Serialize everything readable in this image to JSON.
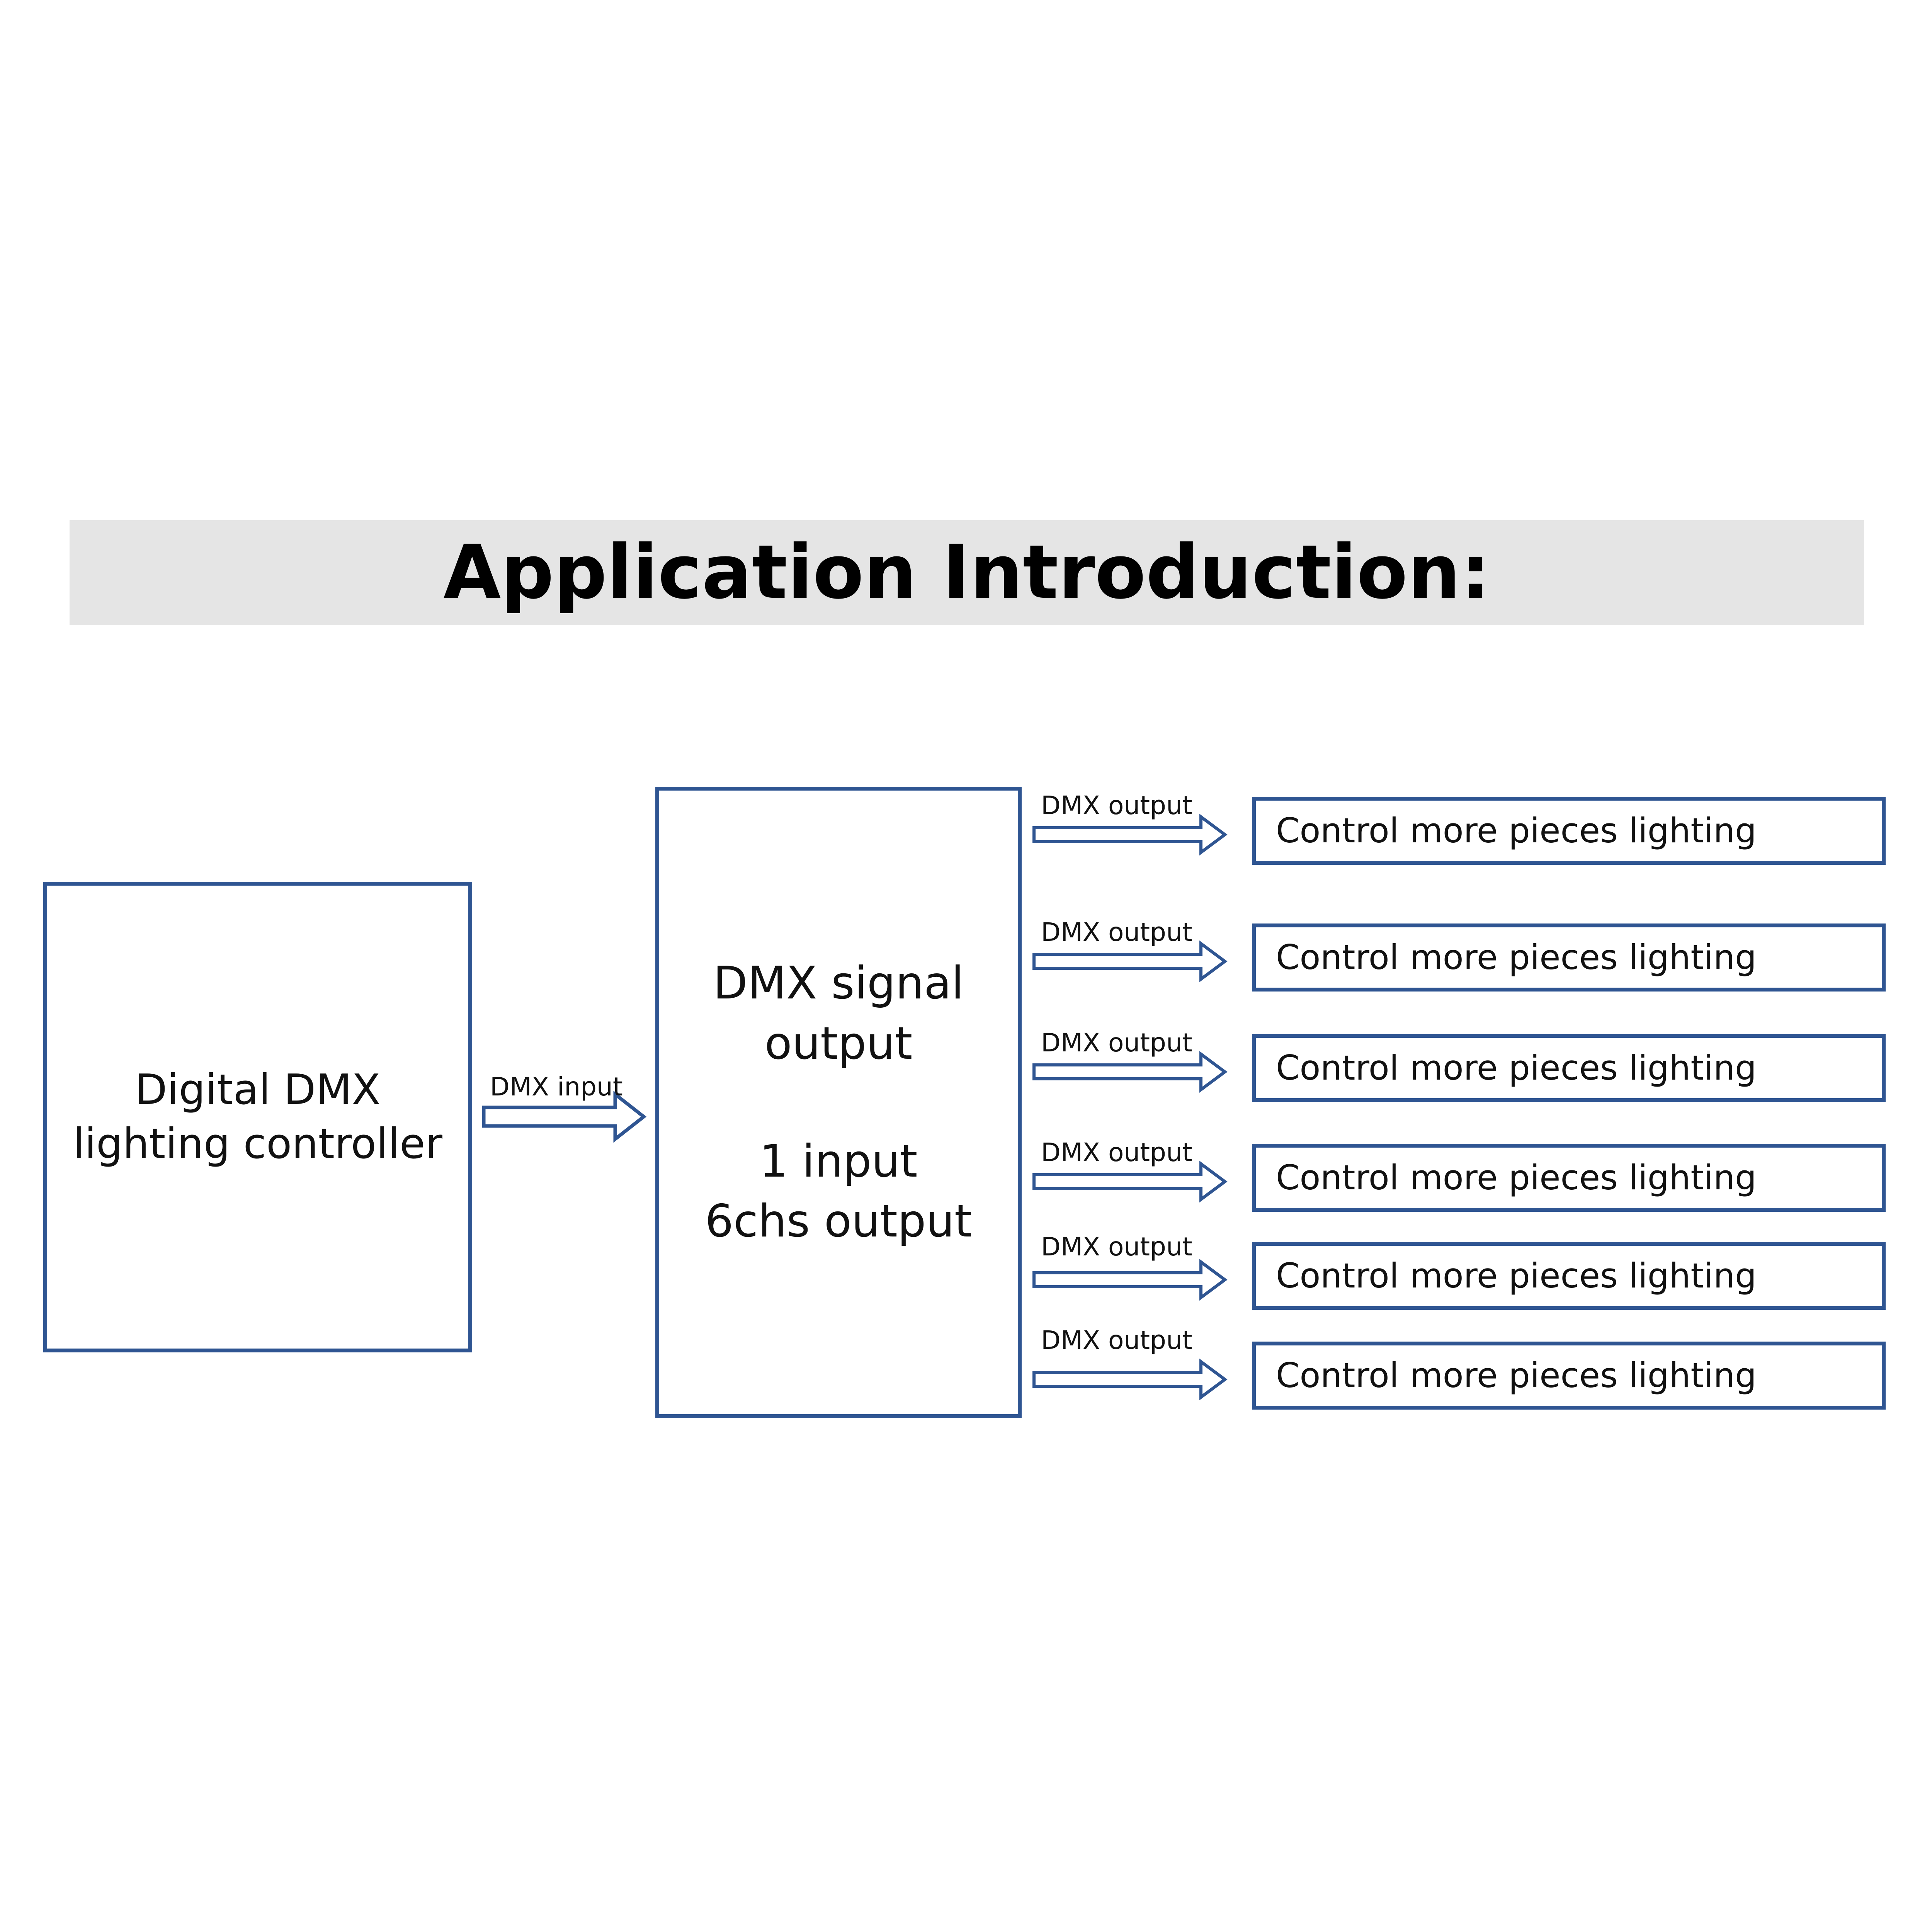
{
  "title": "Application Introduction:",
  "controller": {
    "line1": "Digital DMX",
    "line2": "lighting controller"
  },
  "input_arrow_label": "DMX input",
  "splitter": {
    "line1": "DMX signal",
    "line2": "output",
    "line3": "1 input",
    "line4": "6chs output"
  },
  "outputs": [
    {
      "arrow_label": "DMX output",
      "box_label": "Control more pieces lighting"
    },
    {
      "arrow_label": "DMX output",
      "box_label": "Control more pieces lighting"
    },
    {
      "arrow_label": "DMX output",
      "box_label": "Control more pieces lighting"
    },
    {
      "arrow_label": "DMX output",
      "box_label": "Control more pieces lighting"
    },
    {
      "arrow_label": "DMX output",
      "box_label": "Control more pieces lighting"
    },
    {
      "arrow_label": "DMX output",
      "box_label": "Control more pieces lighting"
    }
  ],
  "colors": {
    "border": "#2f5592",
    "title_bar": "#e5e5e5"
  }
}
